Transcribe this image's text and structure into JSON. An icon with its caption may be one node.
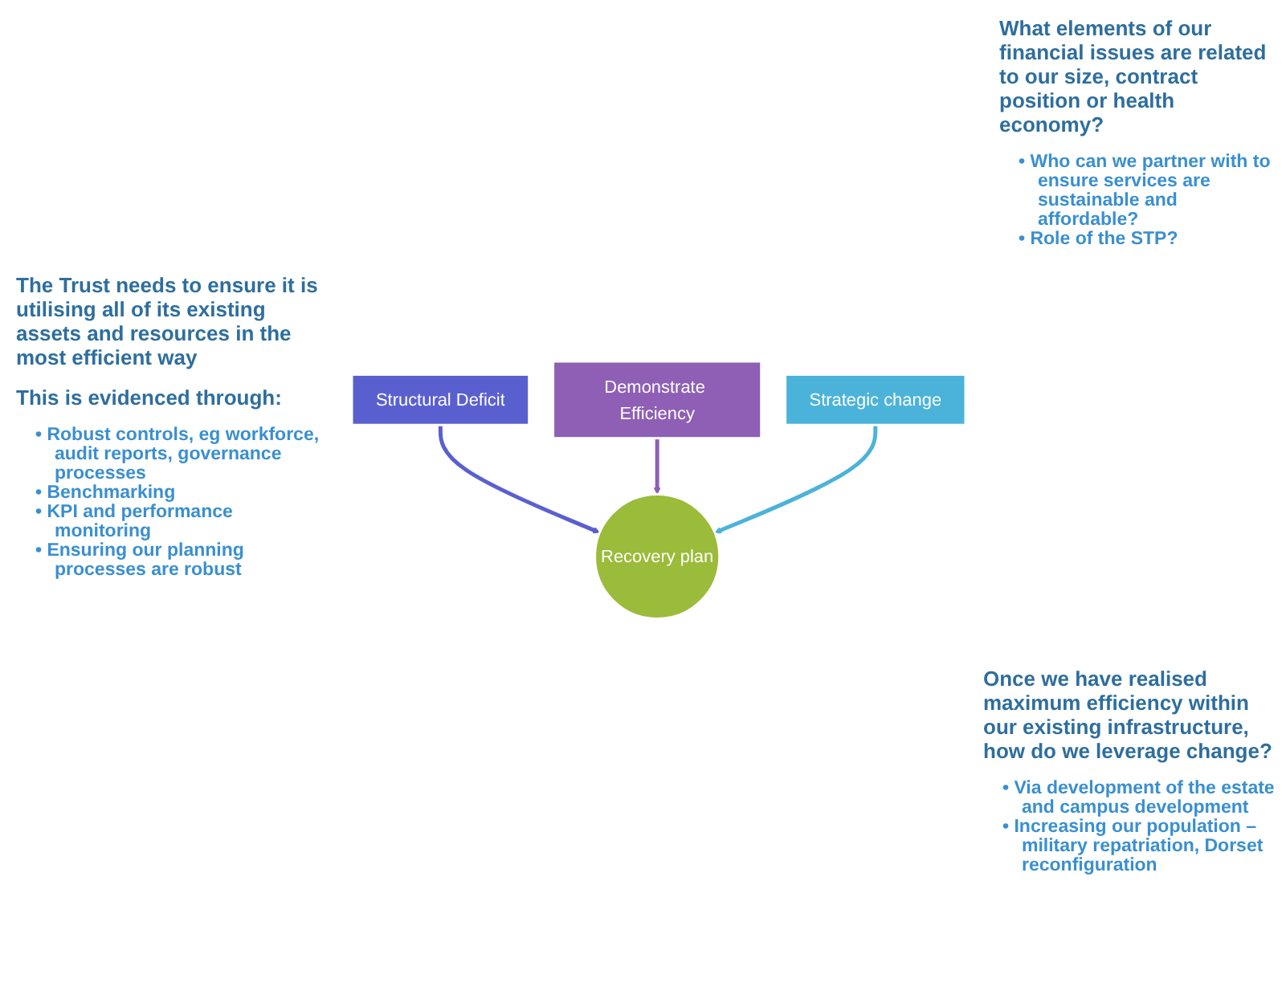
{
  "diagram": {
    "nodes": [
      {
        "text": [
          "Structural Deficit"
        ]
      },
      {
        "text": [
          "Demonstrate Efficiency"
        ]
      },
      {
        "text": [
          "Strategic change"
        ]
      },
      {
        "text": [
          "Recovery plan"
        ]
      }
    ],
    "edges": [
      {
        "from": 0,
        "to": 3,
        "arrow": "to",
        "color": "#5a5fd0"
      },
      {
        "from": 1,
        "to": 3,
        "arrow": "to",
        "color": "#8e5fb5"
      },
      {
        "from": 2,
        "to": 3,
        "arrow": "to",
        "color": "#4bb3d9"
      }
    ],
    "labels": [
      "What elements of our financial issues are related to our size, contract position or health economy?",
      "• Who can we partner with to ensure services are sustainable and affordable?",
      "• Role of the STP?",
      "The Trust needs to ensure it is utilising all of its existing assets and resources in the most efficient way",
      "This is evidenced through:",
      "• Robust controls, eg workforce, audit reports, governance processes",
      "• Benchmarking",
      "• KPI and performance monitoring",
      "• Ensuring our planning processes are robust",
      "Once we have realised maximum efficiency within our existing infrastructure, how do we leverage change?",
      "• Via development of the estate and campus development",
      "• Increasing our population – military repatriation, Dorset reconfiguration"
    ]
  }
}
